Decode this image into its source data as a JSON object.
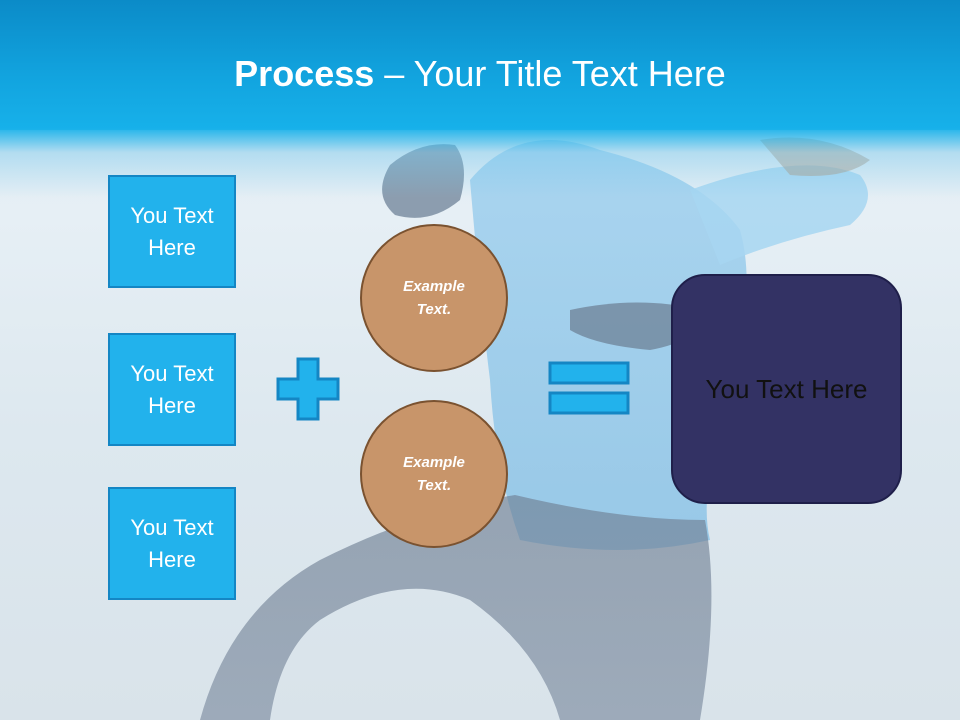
{
  "title": {
    "bold": "Process",
    "rest": " – Your Title Text Here"
  },
  "inputs": [
    {
      "text": "You Text\nHere"
    },
    {
      "text": "You Text\nHere"
    },
    {
      "text": "You Text\nHere"
    }
  ],
  "circles": [
    {
      "text": "Example\nText."
    },
    {
      "text": "Example\nText."
    }
  ],
  "result": {
    "text": "You Text Here"
  },
  "icons": {
    "plus": "plus-icon",
    "equals": "equals-icon"
  },
  "colors": {
    "header": "#12a4df",
    "box_fill": "#22b2ec",
    "box_border": "#1486c4",
    "circle_fill": "#c8956a",
    "circle_border": "#7a5230",
    "result_fill": "#333264"
  }
}
